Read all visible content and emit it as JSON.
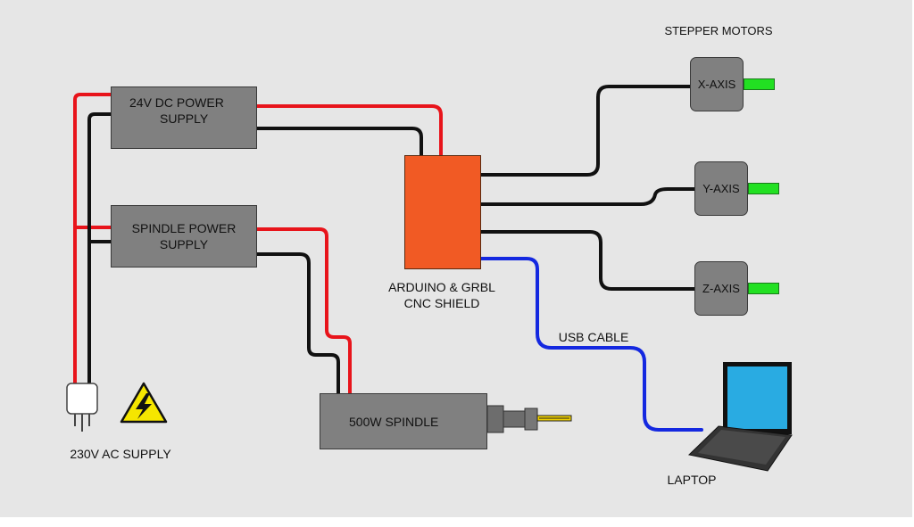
{
  "header": {
    "stepper_title": "STEPPER MOTORS"
  },
  "power": {
    "dc_psu_line1": "24V DC POWER",
    "dc_psu_line2": "SUPPLY",
    "spindle_psu_line1": "SPINDLE POWER",
    "spindle_psu_line2": "SUPPLY",
    "ac_supply_label": "230V AC SUPPLY"
  },
  "controller": {
    "label_line1": "ARDUINO & GRBL",
    "label_line2": "CNC SHIELD"
  },
  "motors": [
    {
      "label": "X-AXIS"
    },
    {
      "label": "Y-AXIS"
    },
    {
      "label": "Z-AXIS"
    }
  ],
  "spindle": {
    "label": "500W SPINDLE"
  },
  "usb": {
    "label": "USB CABLE"
  },
  "laptop": {
    "label": "LAPTOP"
  },
  "colors": {
    "positive_wire": "#e8141b",
    "negative_wire": "#111111",
    "usb_wire": "#1428e0",
    "controller_board": "#f15a24",
    "component_gray": "#808080",
    "motor_shaft": "#22e022",
    "warning_yellow": "#f5e600",
    "laptop_screen": "#29abe2",
    "background": "#e6e6e6"
  }
}
